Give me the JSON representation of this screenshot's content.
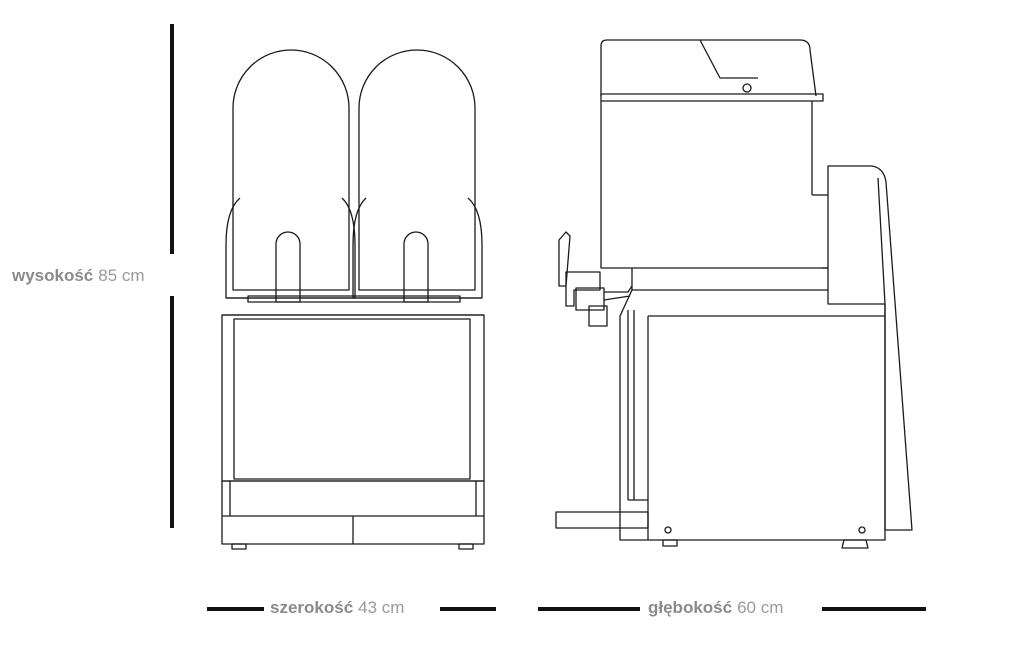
{
  "dimensions": {
    "height": {
      "label": "wysokość",
      "value": "85 cm"
    },
    "width": {
      "label": "szerokość",
      "value": "43 cm"
    },
    "depth": {
      "label": "głębokość",
      "value": "60 cm"
    }
  },
  "colors": {
    "line": "#1a1a1a",
    "dim_bar": "#111111",
    "label_text": "#9a9a9a"
  }
}
